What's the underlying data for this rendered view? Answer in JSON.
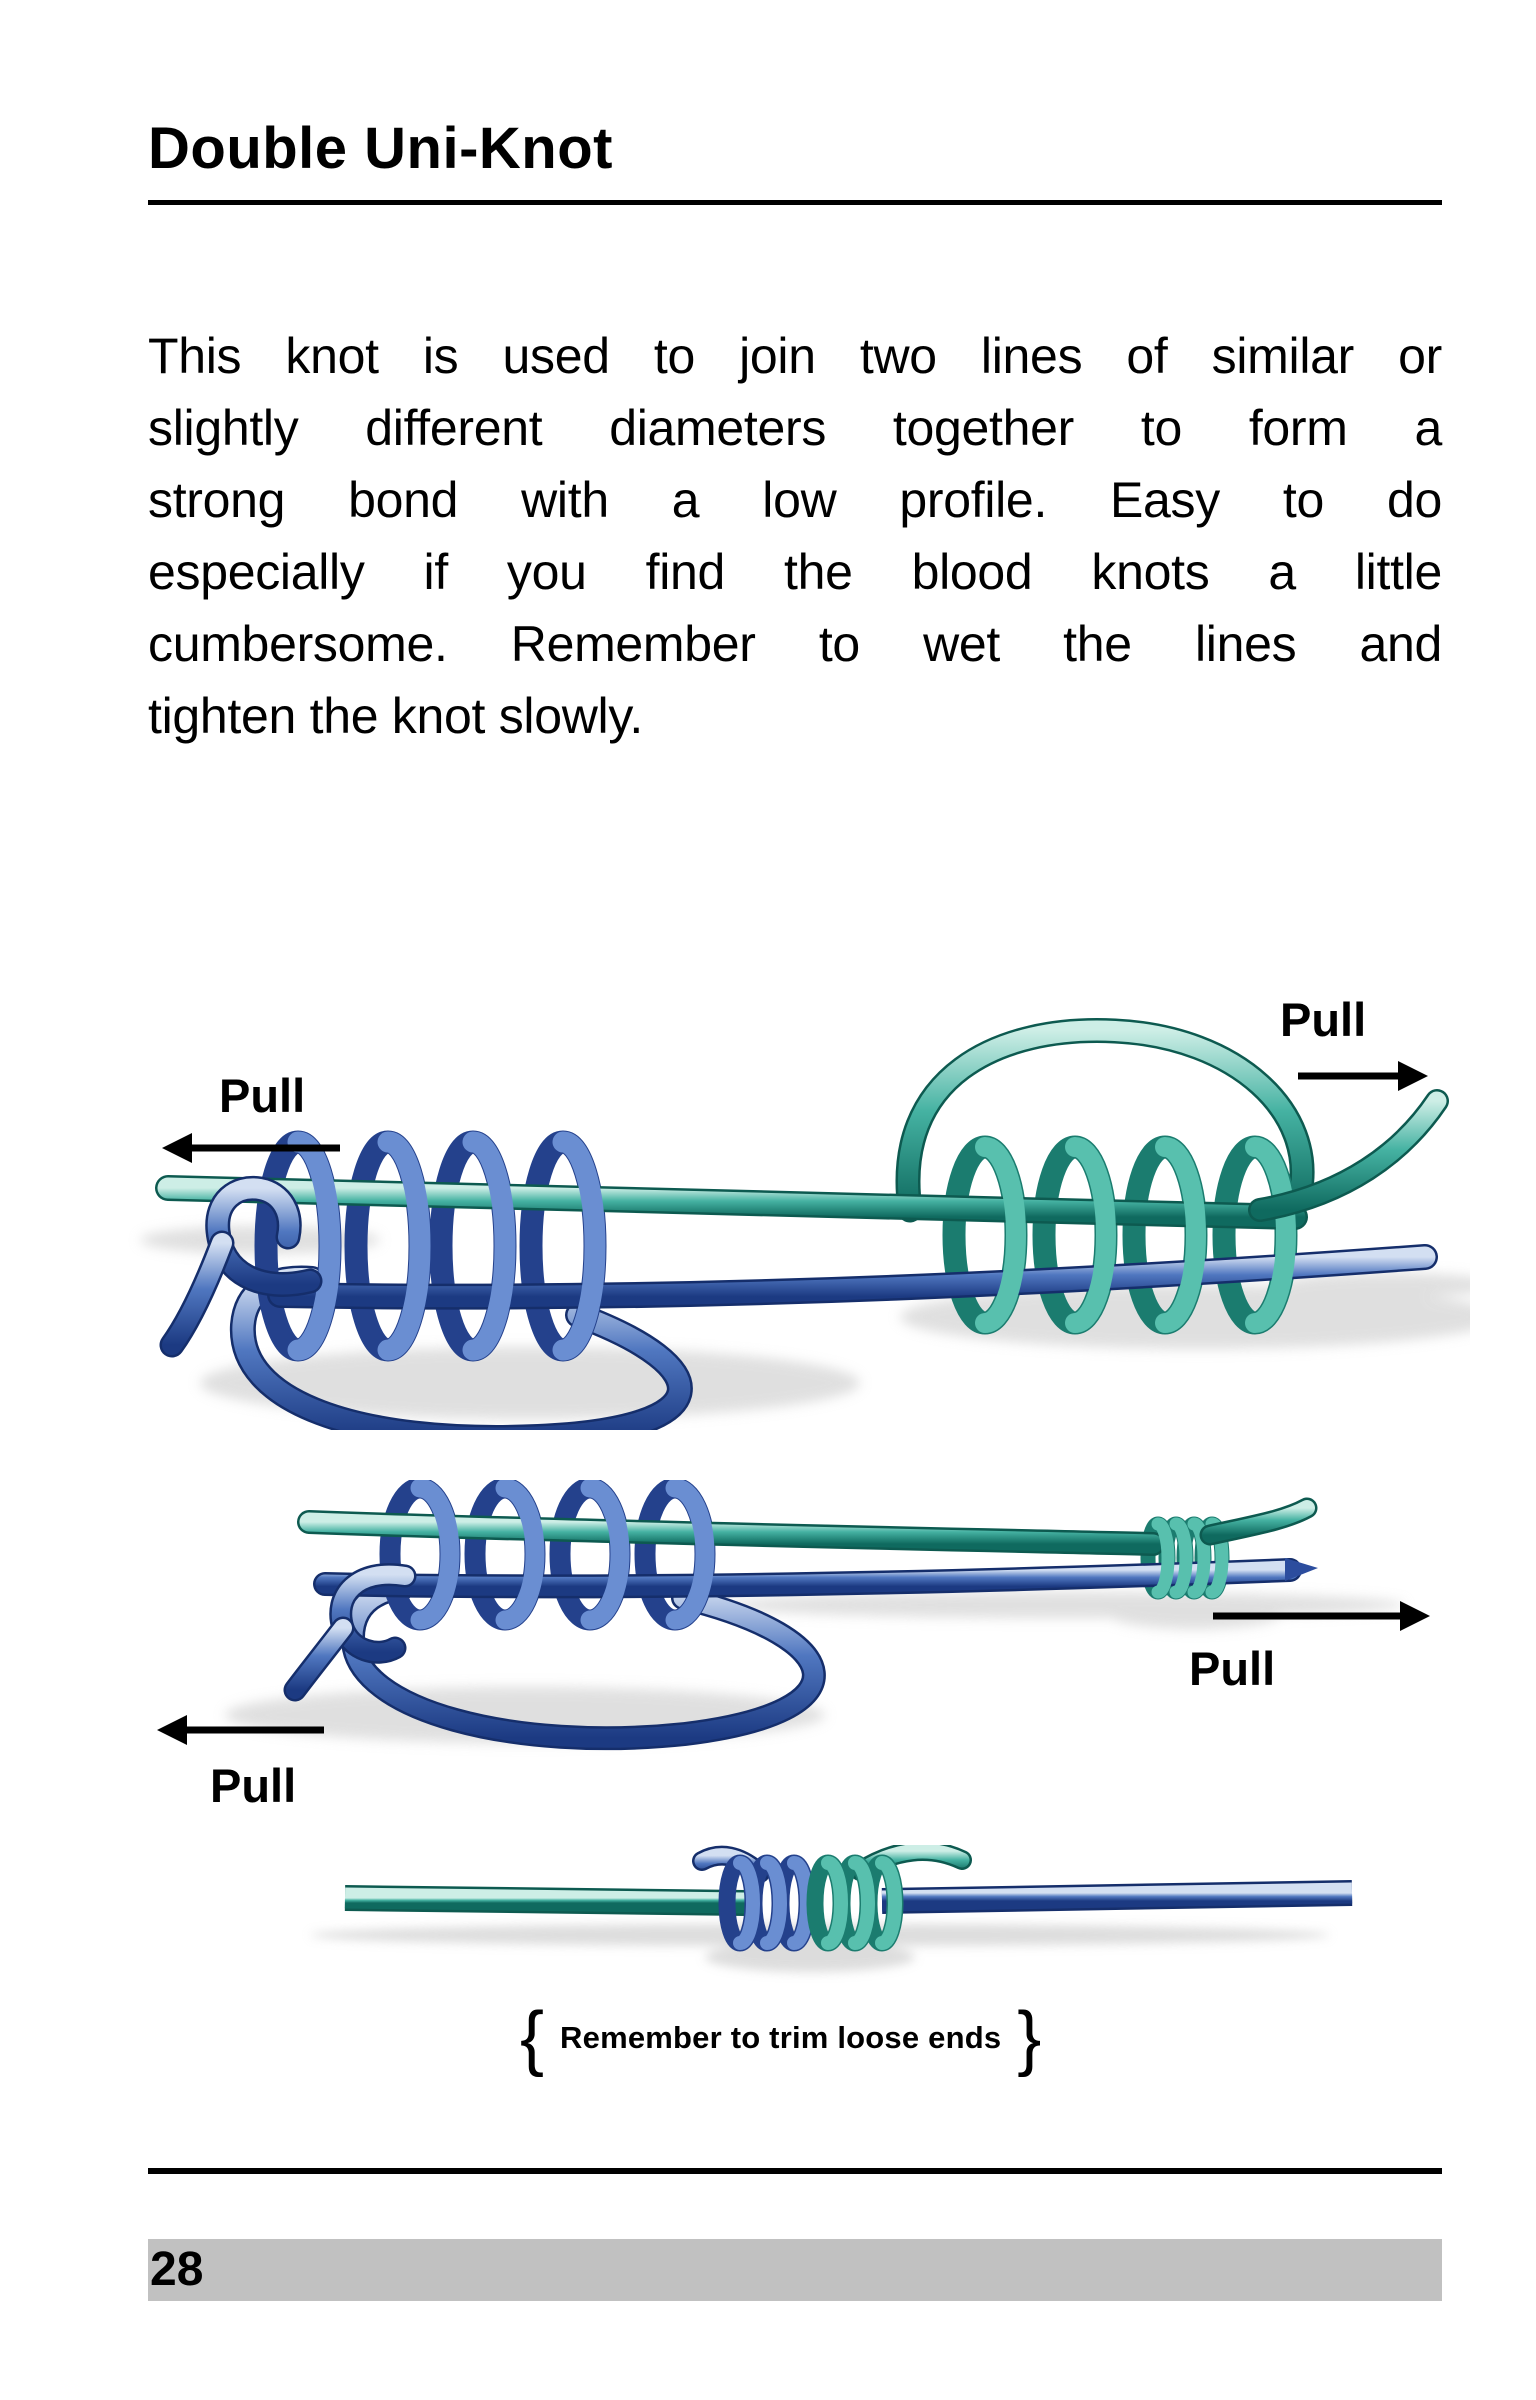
{
  "page": {
    "title": "Double Uni-Knot"
  },
  "body": {
    "lines": [
      "This knot is used to join two lines of similar or",
      "slightly different diameters together to form a",
      "strong bond with a low profile.  Easy to do",
      "especially if you find the blood knots a little",
      "cumbersome. Remember to wet the lines and",
      "tighten the knot slowly."
    ]
  },
  "figures": {
    "step1": {
      "pull_left": "Pull",
      "pull_right": "Pull"
    },
    "step2": {
      "pull_left": "Pull",
      "pull_right": "Pull"
    }
  },
  "caption": {
    "open": "{",
    "text": "Remember to trim loose ends",
    "close": "}"
  },
  "footer": {
    "page_number": "28"
  },
  "colors": {
    "line_teal": "#3FAE9C",
    "line_teal_dark": "#157165",
    "line_teal_light": "#CDEEE6",
    "line_blue": "#3E66B0",
    "line_blue_dark": "#24418C",
    "line_blue_light": "#D3DFF2",
    "arrow_black": "#000000",
    "page_bar_gray": "#C1C1C1"
  },
  "icons": {
    "pull_arrow_left": "arrow-left",
    "pull_arrow_right": "arrow-right"
  }
}
